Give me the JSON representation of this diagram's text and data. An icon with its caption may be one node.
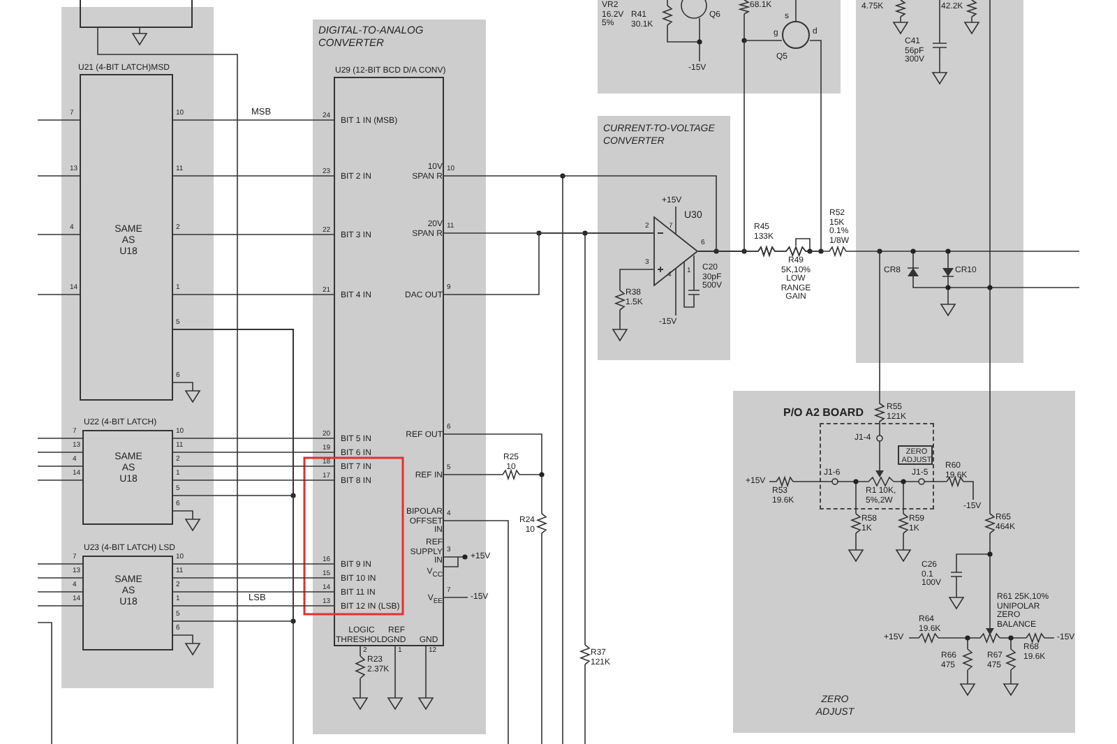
{
  "diagram": {
    "nodes": [
      {
        "text": [],
        "shape": "box"
      },
      {
        "text": [
          "U21 (4-BIT LATCH)MSD",
          "SAME AS U18"
        ]
      },
      {
        "text": [
          "U22 (4-BIT LATCH)",
          "SAME AS U18"
        ]
      },
      {
        "text": [
          "U23 (4-BIT LATCH) LSD",
          "SAME AS U18"
        ]
      },
      {
        "text": [
          "DIGITAL-TO-ANALOG CONVERTER"
        ]
      },
      {
        "text": [
          "U29 (12-BIT BCD D/A CONV)",
          "BIT 1 IN (MSB)",
          "BIT 2 IN",
          "BIT 3 IN",
          "BIT 4 IN",
          "BIT 5 IN",
          "BIT 6 IN",
          "BIT 7 IN",
          "BIT 8 IN",
          "BIT 9 IN",
          "BIT 10 IN",
          "BIT 11 IN",
          "BIT 12 IN (LSB)",
          "10V SPAN R",
          "20V SPAN R",
          "DAC OUT",
          "REF OUT",
          "REF IN",
          "BIPOLAR OFFSET IN",
          "REF SUPPLY IN",
          "V$_{CC}$",
          "V$_{EE}$",
          "LOGIC THRESHOLD",
          "REF GND",
          "GND"
        ],
        "in": 4
      },
      {
        "text": [
          "CURRENT-TO-VOLTAGE CONVERTER"
        ]
      },
      {
        "text": [
          "U30"
        ],
        "in": 6
      },
      {
        "text": [
          "ZERO ADJUST"
        ]
      },
      {
        "text": [
          "P/O A2 BOARD"
        ],
        "in": 8
      },
      {
        "text": [
          "ZERO ADJUST"
        ],
        "in": 9
      },
      {
        "text": [],
        "shape": "circle",
        "beside": [
          "Q5"
        ]
      }
    ],
    "edges": [
      {
        "from": 1,
        "to": 5,
        "arrow": "none",
        "label": "MSB"
      },
      {
        "from": 1,
        "to": 5,
        "arrow": "none"
      },
      {
        "from": 1,
        "to": 5,
        "arrow": "none"
      },
      {
        "from": 1,
        "to": 5,
        "arrow": "none"
      },
      {
        "from": 2,
        "to": 5,
        "arrow": "none"
      },
      {
        "from": 2,
        "to": 5,
        "arrow": "none"
      },
      {
        "from": 2,
        "to": 5,
        "arrow": "none"
      },
      {
        "from": 2,
        "to": 5,
        "arrow": "none"
      },
      {
        "from": 3,
        "to": 5,
        "arrow": "none"
      },
      {
        "from": 3,
        "to": 5,
        "arrow": "none"
      },
      {
        "from": 3,
        "to": 5,
        "arrow": "none"
      },
      {
        "from": 3,
        "to": 5,
        "arrow": "none",
        "label": "LSB"
      },
      {
        "from": 5,
        "to": 7,
        "arrow": "none"
      },
      {
        "from": 5,
        "to": 7,
        "arrow": "none"
      },
      {
        "from": 5,
        "to": 7,
        "arrow": "none"
      },
      {
        "from": 1,
        "to": 2,
        "arrow": "none"
      },
      {
        "from": 1,
        "to": 3,
        "arrow": "none"
      },
      {
        "from": 7,
        "to": 9,
        "arrow": "none"
      },
      {
        "from": 7,
        "to": 11,
        "arrow": "none"
      },
      {
        "from": 7,
        "to": 11,
        "arrow": "none"
      },
      {
        "from": 1,
        "to": null,
        "arrow": "none"
      }
    ],
    "labels": [
      "7",
      "13",
      "4",
      "14",
      "10",
      "11",
      "2",
      "1",
      "5",
      "6",
      "7",
      "13",
      "4",
      "14",
      "10",
      "11",
      "2",
      "1",
      "5",
      "6",
      "7",
      "13",
      "4",
      "14",
      "10",
      "11",
      "2",
      "1",
      "5",
      "6",
      "24",
      "23",
      "22",
      "21",
      "20",
      "19",
      "18",
      "17",
      "16",
      "15",
      "14",
      "13",
      "10",
      "11",
      "9",
      "6",
      "5",
      "4",
      "3",
      "7",
      "2",
      "1",
      "12",
      "2",
      "3",
      "7",
      "6",
      "1",
      "4",
      "VR2 16.2V 5%",
      "R41 30.1K",
      "Q6",
      "-15V",
      "68.1K",
      "s",
      "g",
      "d",
      "4.75K",
      "C41 56pF 300V",
      "42.2K",
      "+15V",
      "C20 30pF 500V",
      "R38 1.5K",
      "-15V",
      "R45 133K",
      "R49 5K,10% LOW RANGE GAIN",
      "R52 15K 0.1% 1/8W",
      "CR8",
      "CR10",
      "R25 10",
      "R24 10",
      "+15V",
      "-15V",
      "R23 2.37K",
      "R37 121K",
      "R55 121K",
      "J1-4",
      "+15V",
      "R53 19.6K",
      "J1-6",
      "R1 10K, 5%,2W",
      "J1-5",
      "R60 19.6K",
      "-15V",
      "R58 1K",
      "R59 1K",
      "R65 464K",
      "C26 0.1 100V",
      "R61 25K,10% UNIPOLAR ZERO BALANCE",
      "R64 19.6K",
      "+15V",
      "R68 19.6K",
      "-15V",
      "R66 475",
      "R67 475"
    ]
  }
}
